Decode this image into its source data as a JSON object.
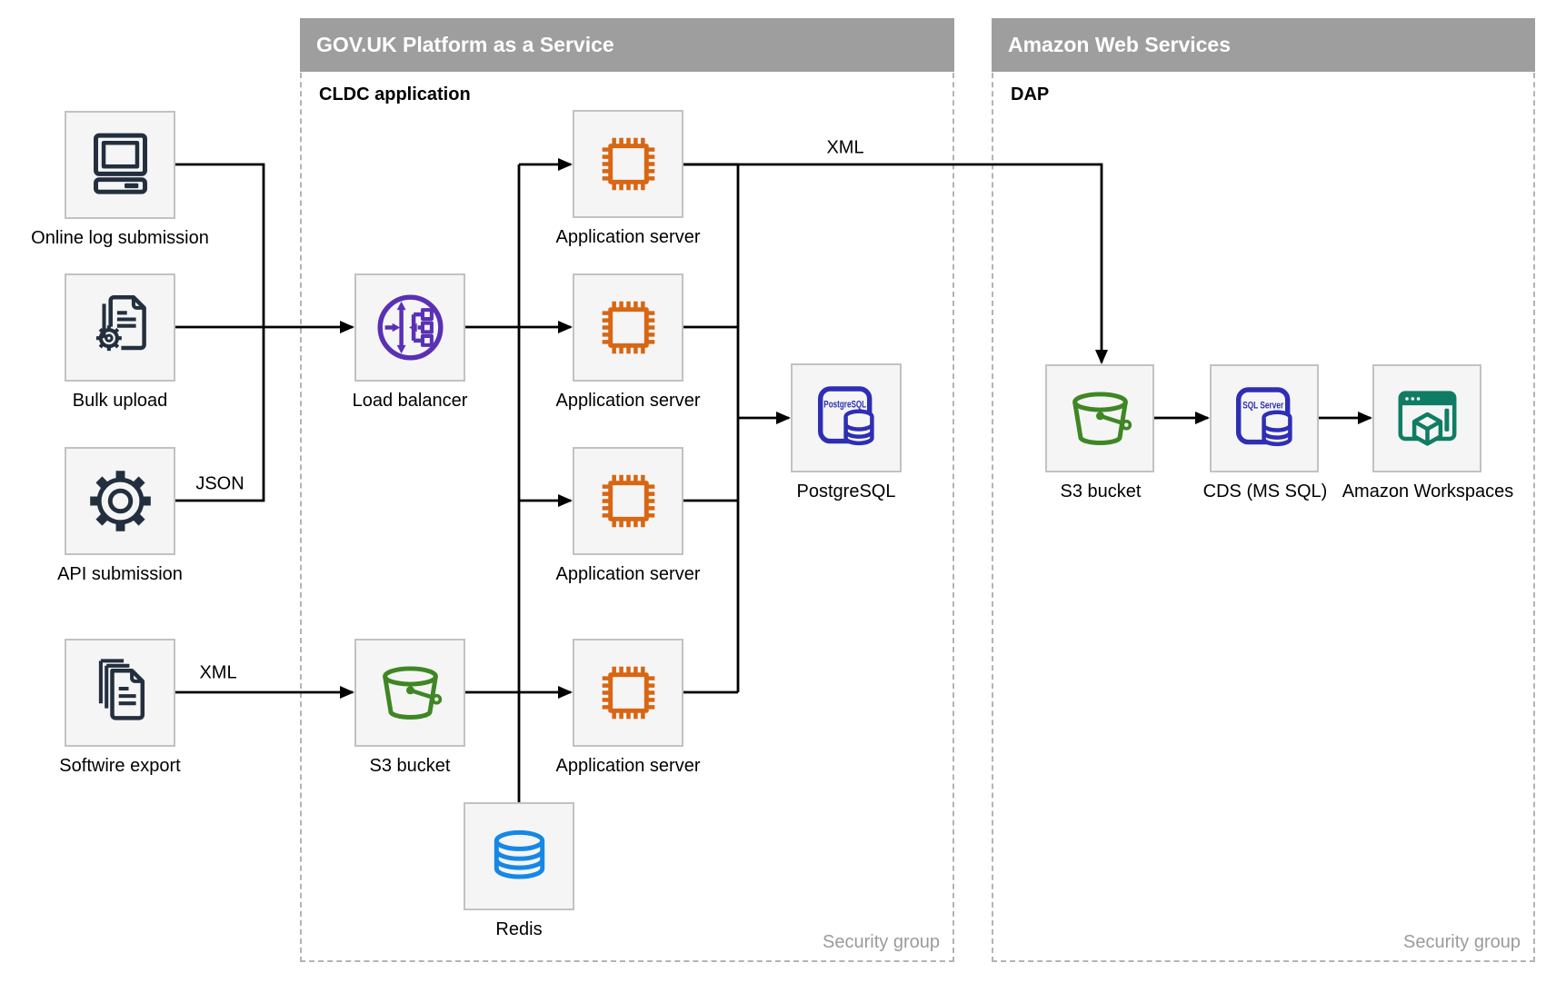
{
  "diagram": {
    "containers": {
      "paas": {
        "title": "GOV.UK Platform as a Service",
        "subtitle": "CLDC application",
        "footer": "Security group"
      },
      "aws": {
        "title": "Amazon Web Services",
        "subtitle": "DAP",
        "footer": "Security group"
      }
    },
    "nodes": {
      "online_log": {
        "label": "Online log submission"
      },
      "bulk_upload": {
        "label": "Bulk upload"
      },
      "api_submission": {
        "label": "API submission"
      },
      "softwire_export": {
        "label": "Softwire export"
      },
      "load_balancer": {
        "label": "Load balancer"
      },
      "s3_paas": {
        "label": "S3 bucket"
      },
      "app_server_1": {
        "label": "Application server"
      },
      "app_server_2": {
        "label": "Application server"
      },
      "app_server_3": {
        "label": "Application server"
      },
      "app_server_4": {
        "label": "Application server"
      },
      "postgresql": {
        "label": "PostgreSQL",
        "icon_text": "PostgreSQL"
      },
      "redis": {
        "label": "Redis"
      },
      "s3_aws": {
        "label": "S3 bucket"
      },
      "cds": {
        "label": "CDS (MS SQL)",
        "icon_text": "SQL Server"
      },
      "workspaces": {
        "label": "Amazon Workspaces"
      }
    },
    "edge_labels": {
      "json": "JSON",
      "xml_softwire": "XML",
      "xml_dap": "XML"
    },
    "colors": {
      "navy": "#232F3E",
      "purple": "#5A30B5",
      "orange": "#D86613",
      "indigo": "#2E2EB5",
      "green": "#3F8624",
      "blue": "#1588E5",
      "teal": "#0F7D63",
      "bar_gray": "#9E9E9E",
      "border_gray": "#B3B3B3",
      "box_fill": "#F5F5F5",
      "box_border": "#C2C2C2",
      "muted": "#9B9B9B",
      "line": "#000000"
    }
  }
}
